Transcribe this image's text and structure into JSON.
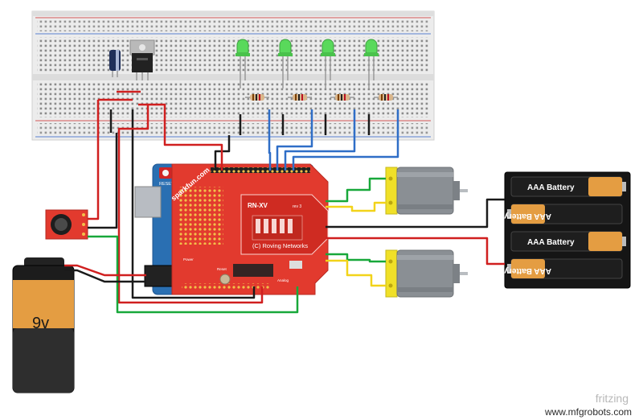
{
  "battery9v": {
    "label": "9v"
  },
  "aaa_pack": {
    "cells": [
      "AAA Battery",
      "AAA Battery",
      "AAA Battery",
      "AAA Battery"
    ]
  },
  "arduino": {
    "reset_label": "RESET"
  },
  "shield": {
    "brand": "sparkfun.com",
    "module": "RN-XV",
    "rev": "rev 3",
    "copyright": "(C) Roving Networks",
    "small_labels": [
      "Power",
      "Reset",
      "Analog"
    ]
  },
  "watermark": {
    "app": "fritzing",
    "site": "www.mfgrobots.com"
  },
  "colors": {
    "breadboard": "#e8e8e8",
    "shield_red": "#e23a2e",
    "arduino_blue": "#2a6fb2",
    "wire_red": "#d01f1f",
    "wire_black": "#1a1a1a",
    "wire_blue": "#2f6ec7",
    "wire_green": "#18a83a",
    "wire_yellow": "#f2d31a",
    "led_green": "#59d95b",
    "motor_gray": "#8a8f94",
    "battery_orange": "#e49d42"
  }
}
